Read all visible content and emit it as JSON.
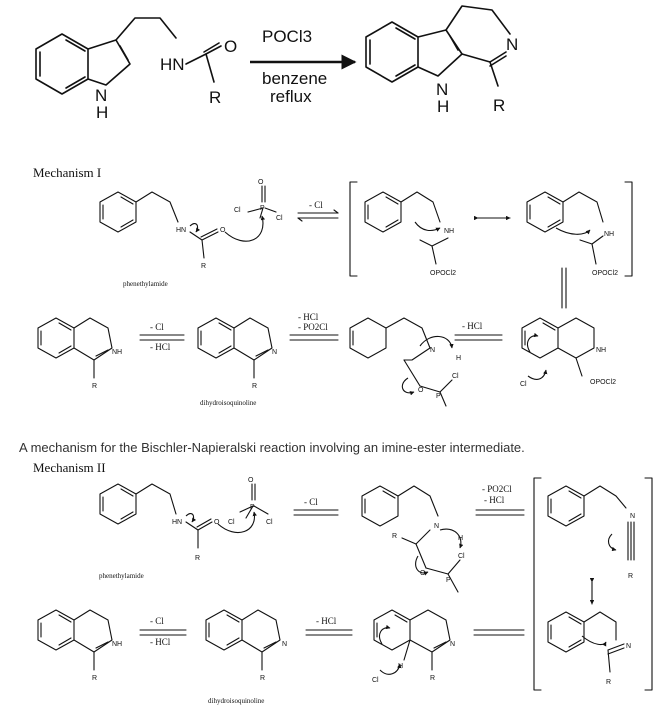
{
  "top_reaction": {
    "reagent": "POCl3",
    "condition_line1": "benzene",
    "condition_line2": "reflux",
    "labels": {
      "hn": "HN",
      "o": "O",
      "r": "R",
      "nh": "N",
      "h": "H",
      "n": "N",
      "r2": "R",
      "nh2": "N",
      "h2": "H"
    }
  },
  "mechanism1": {
    "title": "Mechanism I",
    "start_name": "phenethylamide",
    "minus_cl": "- Cl",
    "minus_hcl": "- HCl",
    "minus_hcl_po2cl_1": "- HCl",
    "minus_hcl_po2cl_2": "- PO2Cl",
    "minus_hcl_right": "- HCl",
    "left_minus_cl": "- Cl",
    "left_minus_hcl": "- HCl",
    "product_name": "dihydroisoquinoline",
    "labels": {
      "hn": "HN",
      "o": "O",
      "r": "R",
      "cl1": "Cl",
      "cl2": "Cl",
      "p": "P",
      "o2": "O",
      "nh": "NH",
      "opocl2": "OPOCl2",
      "n": "N",
      "nh_plus": "NH",
      "h": "H",
      "cl": "Cl"
    }
  },
  "caption": "A mechanism for the Bischler-Napieralski reaction involving an imine-ester intermediate.",
  "mechanism2": {
    "title": "Mechanism II",
    "start_name": "phenethylamide",
    "minus_cl": "- Cl",
    "minus_po2cl": "- PO2Cl",
    "minus_hcl": "- HCl",
    "minus_hcl_mid": "- HCl",
    "left_minus_cl": "- Cl",
    "left_minus_hcl": "- HCl",
    "product_name": "dihydroisoquinoline",
    "labels": {
      "hn": "HN",
      "o": "O",
      "r": "R",
      "cl": "Cl",
      "p": "P",
      "n": "N",
      "h": "H",
      "nh": "NH"
    }
  }
}
